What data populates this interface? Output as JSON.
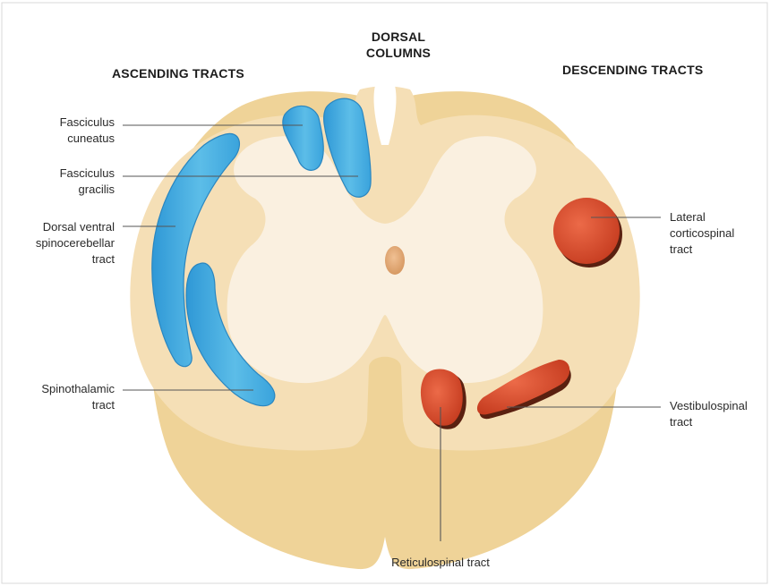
{
  "headings": {
    "ascending": "ASCENDING TRACTS",
    "dorsal_line1": "DORSAL",
    "dorsal_line2": "COLUMNS",
    "descending": "DESCENDING TRACTS"
  },
  "labels": {
    "fasciculus_cuneatus": [
      "Fasciculus",
      "cuneatus"
    ],
    "fasciculus_gracilis": [
      "Fasciculus",
      "gracilis"
    ],
    "dorsal_ventral_spinocerebellar": [
      "Dorsal ventral",
      "spinocerebellar",
      "tract"
    ],
    "spinothalamic": [
      "Spinothalamic",
      "tract"
    ],
    "lateral_corticospinal": [
      "Lateral",
      "corticospinal",
      "tract"
    ],
    "vestibulospinal": [
      "Vestibulospinal",
      "tract"
    ],
    "reticulospinal": [
      "Reticulospinal tract"
    ]
  },
  "colors": {
    "outer_cord": "#efd398",
    "white_matter": "#f5dfb6",
    "gray_matter": "#faf0e0",
    "ascending_tract": "#4fb1e2",
    "descending_tract": "#d24a2a",
    "central_canal": "#e2a46a",
    "leader_line": "#555555"
  }
}
